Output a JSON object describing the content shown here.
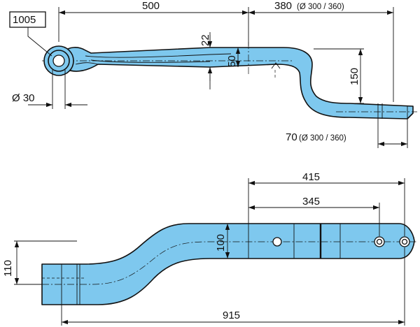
{
  "part_number": "1005",
  "side_view": {
    "dimensions": {
      "length_eye_to_bend": "500",
      "offset_length": "380",
      "offset_length_note": "(Ø 300 / 360)",
      "leaf_thickness": "22",
      "pack_height": "50",
      "drop_height": "150",
      "eye_diameter": "Ø 30",
      "end_length": "70",
      "end_length_note": "(Ø 300 / 360)"
    }
  },
  "top_view": {
    "dimensions": {
      "hole_span_outer": "415",
      "hole_span_inner": "345",
      "width_main": "100",
      "width_eye": "110",
      "overall_length": "915"
    }
  }
}
